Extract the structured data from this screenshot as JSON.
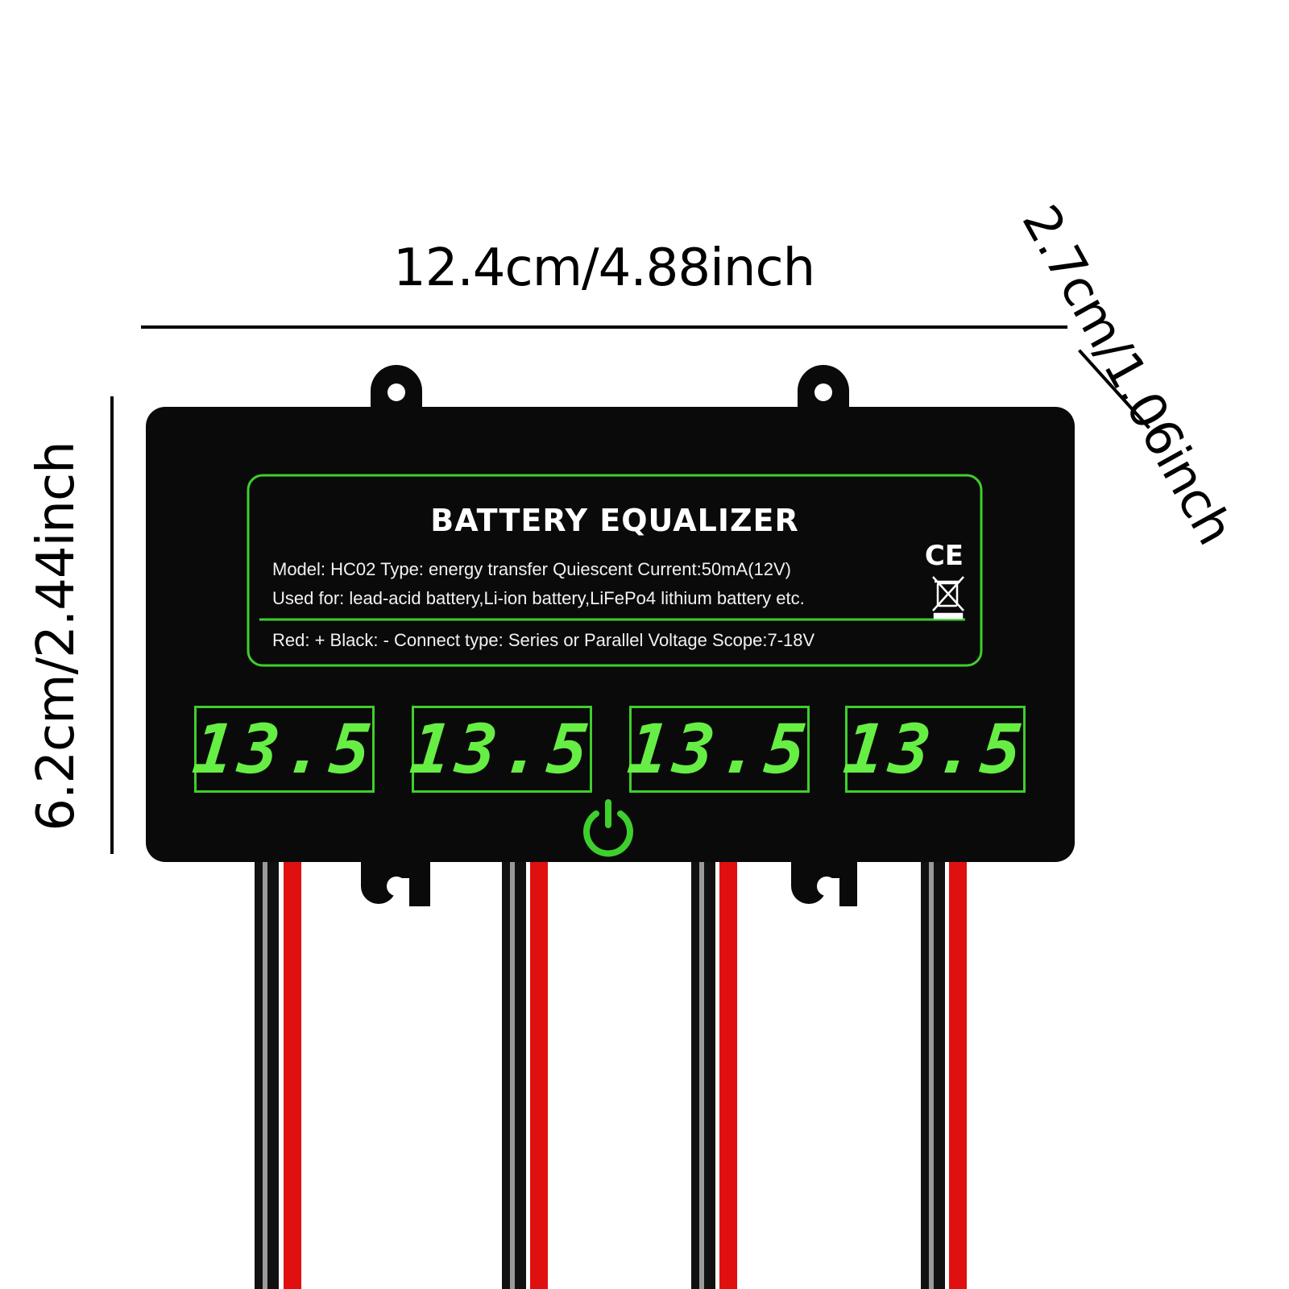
{
  "dimensions": {
    "width": "12.4cm/4.88inch",
    "height": "6.2cm/2.44inch",
    "depth": "2.7cm/1.06inch"
  },
  "label": {
    "title": "BATTERY EQUALIZER",
    "spec_line_1": "Model: HC02  Type: energy transfer Quiescent Current:50mA(12V)",
    "spec_line_2": "Used for: lead-acid battery,Li-ion battery,LiFePo4 lithium battery etc.",
    "spec_line_3": "Red: +   Black: -  Connect type: Series or Parallel  Voltage Scope:7-18V",
    "ce_mark": "CE"
  },
  "readouts": [
    "13.5",
    "13.5",
    "13.5",
    "13.5"
  ],
  "icons": {
    "power": "power-icon",
    "weee": "weee-bin-icon"
  },
  "colors": {
    "body": "#0a0a0a",
    "accent_green": "#3ecf2c",
    "digit_green": "#66ee44",
    "wire_red": "#e01010",
    "wire_black": "#111111"
  }
}
